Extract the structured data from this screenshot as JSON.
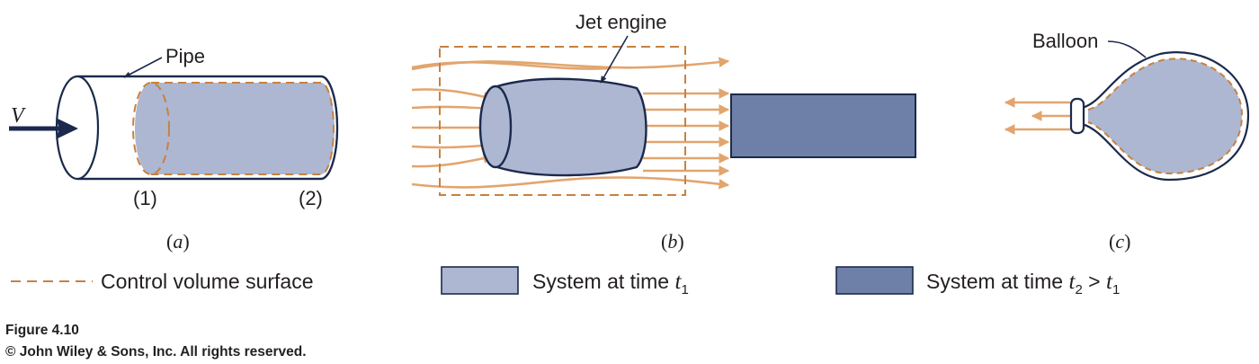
{
  "colors": {
    "system_t1": "#adb7d1",
    "system_t2": "#6e80a8",
    "outline": "#1b2a4c",
    "control_volume": "#c8813f",
    "stream": "#e2a56e",
    "text": "#231f20"
  },
  "panel_a": {
    "pipe_label": "Pipe",
    "velocity_label": "V",
    "section_1": "(1)",
    "section_2": "(2)",
    "caption_open": "(",
    "caption_letter": "a",
    "caption_close": ")"
  },
  "panel_b": {
    "engine_label": "Jet engine",
    "caption_open": "(",
    "caption_letter": "b",
    "caption_close": ")"
  },
  "panel_c": {
    "balloon_label": "Balloon",
    "caption_open": "(",
    "caption_letter": "c",
    "caption_close": ")"
  },
  "legend": {
    "control_volume": "Control volume surface",
    "system_t1_text": "System at time ",
    "system_t1_var": "t",
    "system_t1_sub": "1",
    "system_t2_text": "System at time ",
    "system_t2_var": "t",
    "system_t2_sub": "2",
    "system_t2_gt": " > ",
    "system_t2_var2": "t",
    "system_t2_sub2": "1"
  },
  "figure": {
    "number": "Figure 4.10",
    "copyright": "© John Wiley & Sons, Inc. All rights reserved."
  }
}
